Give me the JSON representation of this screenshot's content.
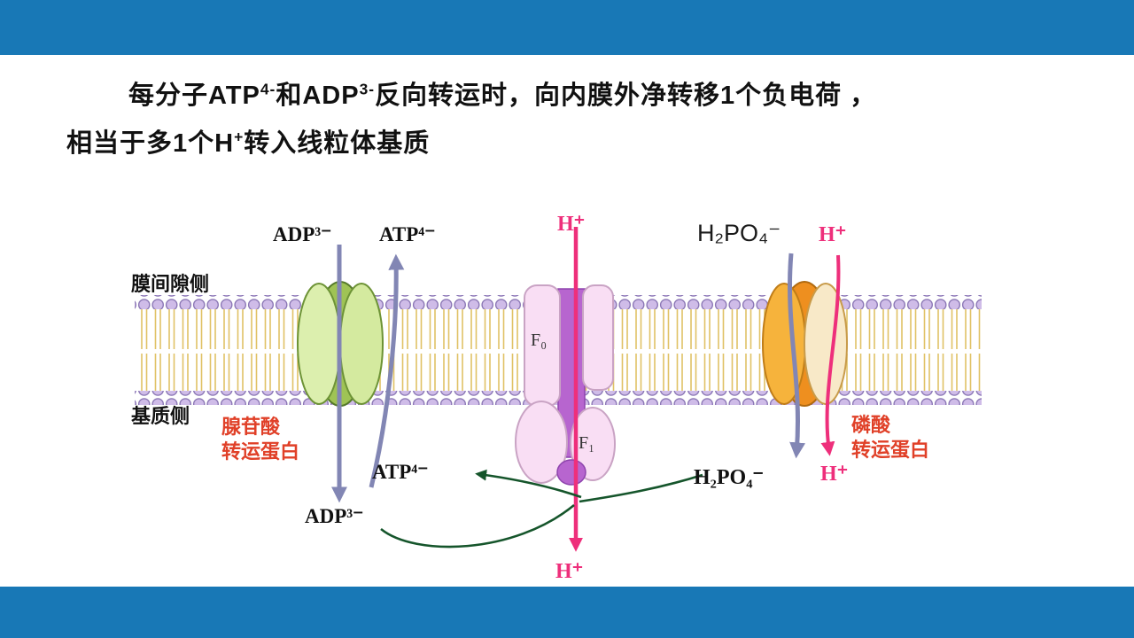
{
  "slide": {
    "title": {
      "l1_t1": "每分子ATP",
      "l1_s1": "4-",
      "l1_t2": "和ADP",
      "l1_s2": "3-",
      "l1_t3": "反向转运时，向内膜外净转移1个负电荷 ，",
      "l2_t1": "相当于多1个H",
      "l2_s1": "+",
      "l2_t2": "转入线粒体基质"
    },
    "colors": {
      "accent_bar": "#1878b6",
      "proton_pink": "#ee2f7b",
      "label_red": "#e04028",
      "arrow_purple": "#8286b4",
      "arrow_green": "#15552b"
    }
  },
  "diagram": {
    "membrane": {
      "intermembrane_label": "膜间隙侧",
      "matrix_label": "基质侧"
    },
    "left_transporter": {
      "name_line1": "腺苷酸",
      "name_line2": "转运蛋白",
      "adp_top": "ADP³⁻",
      "atp_top": "ATP⁴⁻",
      "atp_bottom": "ATP⁴⁻",
      "adp_bottom": "ADP³⁻"
    },
    "atp_synthase": {
      "f0_label": "F₀",
      "f1_label": "F₁",
      "h_top": "H⁺",
      "h_bottom": "H⁺"
    },
    "right_transporter": {
      "name_line1": "磷酸",
      "name_line2": "转运蛋白",
      "phosphate_top": "H₂PO₄⁻",
      "phosphate_bottom": "H₂PO₄⁻",
      "h_top": "H⁺",
      "h_bottom": "H⁺"
    }
  }
}
